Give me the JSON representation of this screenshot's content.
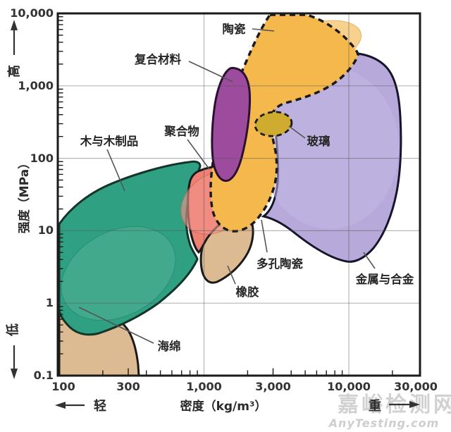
{
  "watermark": {
    "line1": "嘉峪检测网",
    "line2": "AnyTesting.com"
  },
  "chart_data": {
    "type": "area",
    "note": "Ashby material selection map (log-log): strength vs density",
    "x_axis": {
      "title": "密度（kg/m³）",
      "scale": "log",
      "min": 100,
      "max": 30000,
      "tick_labels": [
        "100",
        "300",
        "1,000",
        "3,000",
        "10,000",
        "30,000"
      ],
      "low_end_label": "轻",
      "high_end_label": "重"
    },
    "y_axis": {
      "title": "强度（MPa）",
      "scale": "log",
      "min": 0.1,
      "max": 10000,
      "tick_labels": [
        "10,000",
        "1,000",
        "100",
        "10",
        "1",
        "0.1"
      ],
      "high_end_label": "高",
      "low_end_label": "低"
    },
    "grid": "major decade lines only",
    "regions": [
      {
        "id": "ceramics",
        "label": "陶瓷",
        "fill": "#f4b84c",
        "border": "dashed",
        "density_kg_m3": [
          1100,
          11500
        ],
        "strength_MPa": [
          10,
          9800
        ]
      },
      {
        "id": "composites",
        "label": "复合材料",
        "fill": "#9d4c9d",
        "border": "solid",
        "density_kg_m3": [
          1100,
          2100
        ],
        "strength_MPa": [
          48,
          1750
        ]
      },
      {
        "id": "polymers",
        "label": "聚合物",
        "fill": "#ef8074",
        "border": "solid",
        "density_kg_m3": [
          770,
          2350
        ],
        "strength_MPa": [
          5,
          75
        ]
      },
      {
        "id": "glass",
        "label": "玻璃",
        "fill": "#cfab30",
        "border": "dashed",
        "density_kg_m3": [
          2200,
          4100
        ],
        "strength_MPa": [
          200,
          440
        ]
      },
      {
        "id": "wood",
        "label": "木与木制品",
        "fill": "#30a083",
        "border": "solid",
        "density_kg_m3": [
          100,
          950
        ],
        "strength_MPa": [
          0.35,
          90
        ]
      },
      {
        "id": "porous-ceramics",
        "label": "多孔陶瓷",
        "fill": "#f4b84c",
        "border": "dashed",
        "density_kg_m3": [
          1100,
          3000
        ],
        "strength_MPa": [
          10,
          100
        ]
      },
      {
        "id": "rubber",
        "label": "橡胶",
        "fill": "#ddbb92",
        "border": "solid",
        "density_kg_m3": [
          950,
          2250
        ],
        "strength_MPa": [
          1.8,
          15
        ]
      },
      {
        "id": "sponge",
        "label": "海绵",
        "fill": "#ddbb92",
        "border": "solid",
        "density_kg_m3": [
          100,
          350
        ],
        "strength_MPa": [
          0.1,
          1.4
        ]
      },
      {
        "id": "metals",
        "label": "金属与合金",
        "fill": "#b7aadb",
        "border": "solid",
        "density_kg_m3": [
          2500,
          22500
        ],
        "strength_MPa": [
          3.7,
          2500
        ]
      }
    ]
  }
}
